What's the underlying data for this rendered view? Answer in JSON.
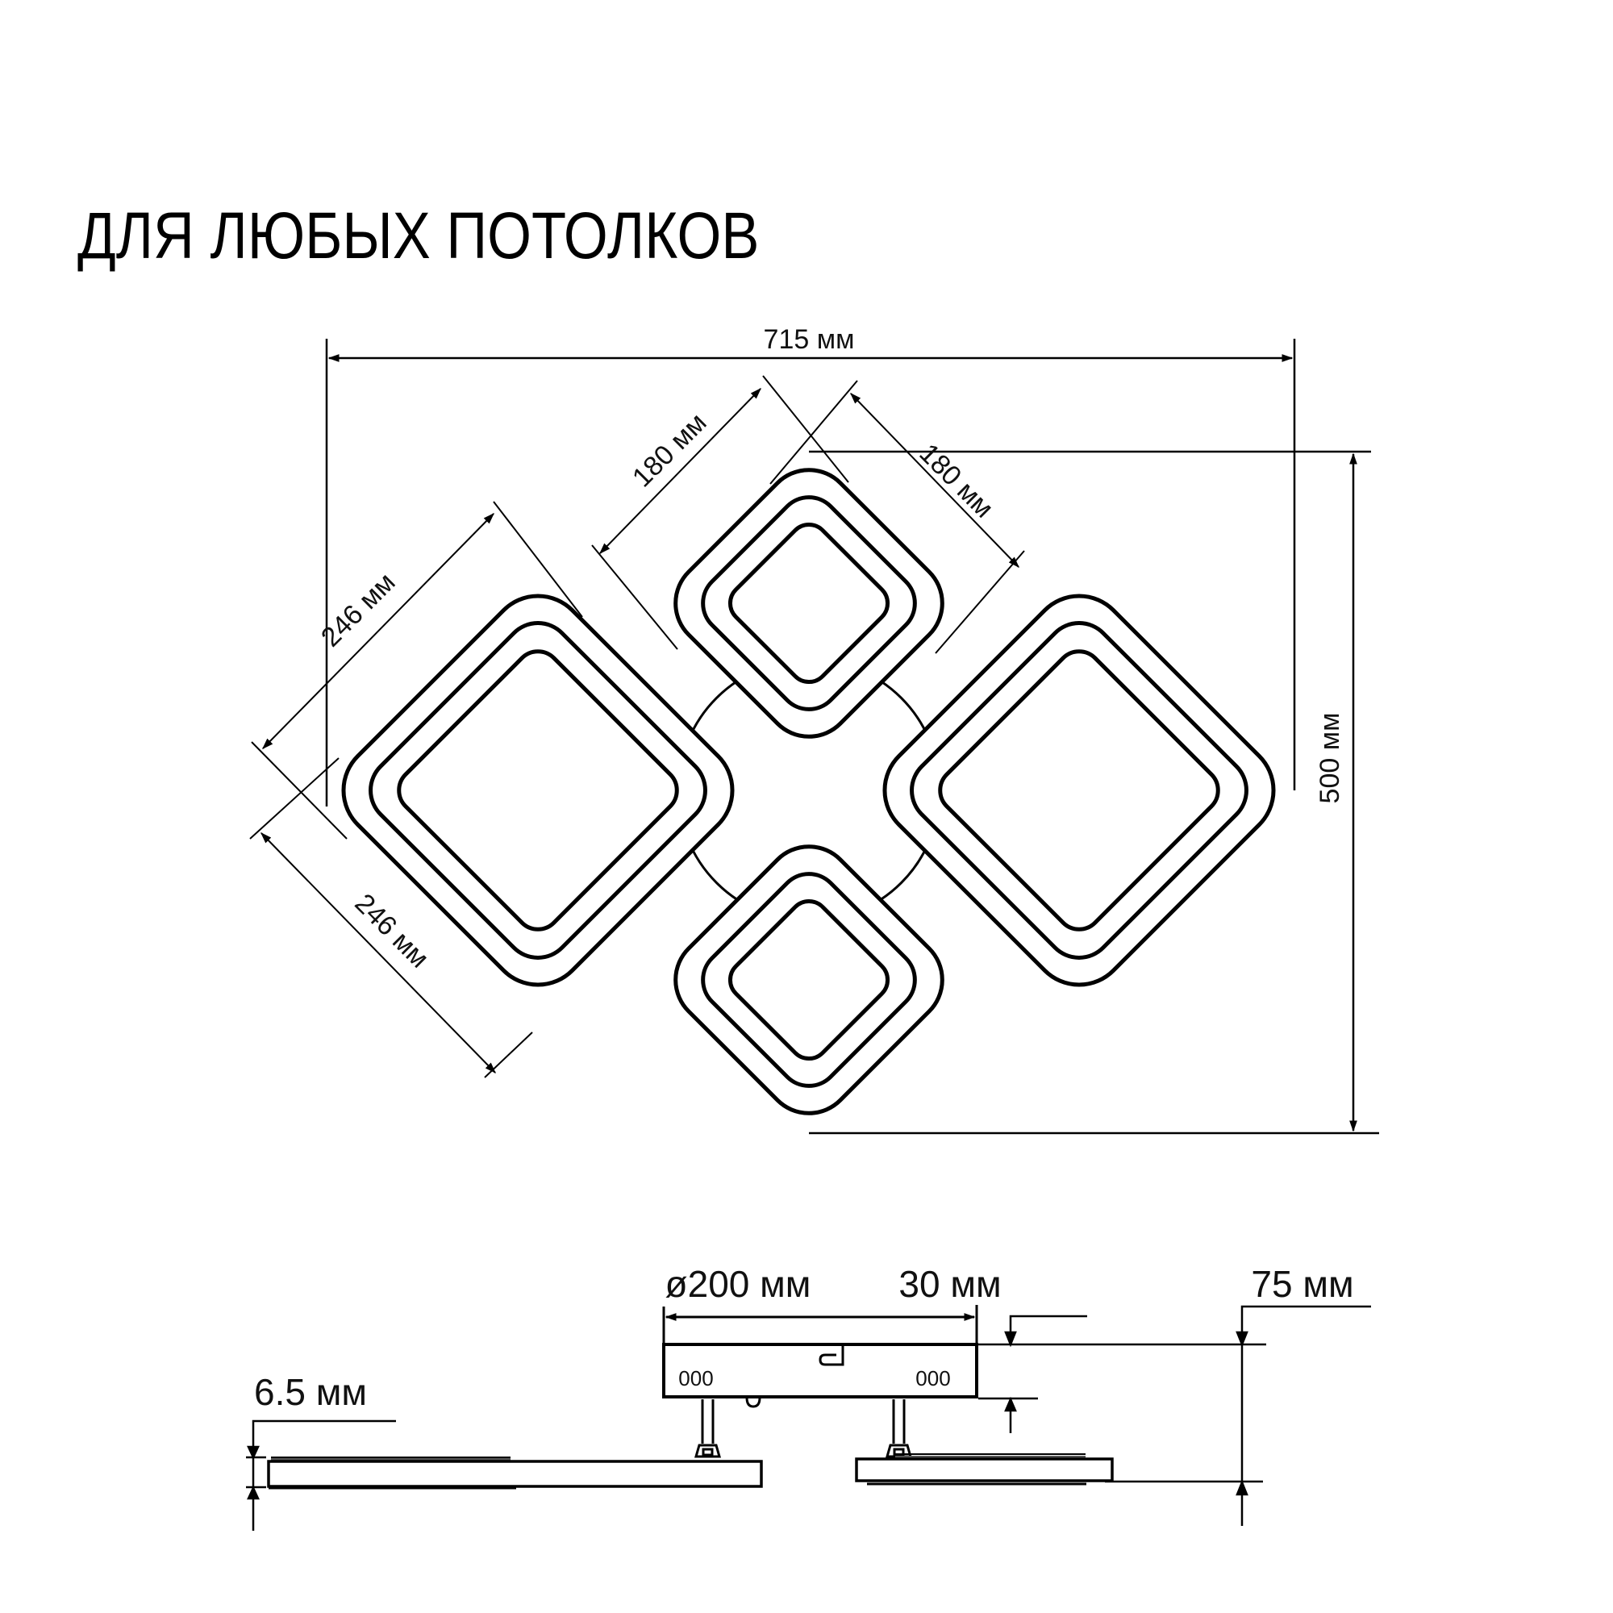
{
  "title": "ДЛЯ ЛЮБЫХ ПОТОЛКОВ",
  "top_view": {
    "overall_width": "715 мм",
    "overall_height": "500 мм",
    "small_square_side_a": "180 мм",
    "small_square_side_b": "180 мм",
    "large_square_side_a": "246 мм",
    "large_square_side_b": "246 мм"
  },
  "side_view": {
    "base_diameter": "ø200 мм",
    "base_height": "30 мм",
    "total_height": "75 мм",
    "panel_thickness": "6.5 мм",
    "vent_marks_left": "000",
    "vent_marks_right": "000"
  },
  "colors": {
    "line": "#000000",
    "background": "#ffffff"
  }
}
